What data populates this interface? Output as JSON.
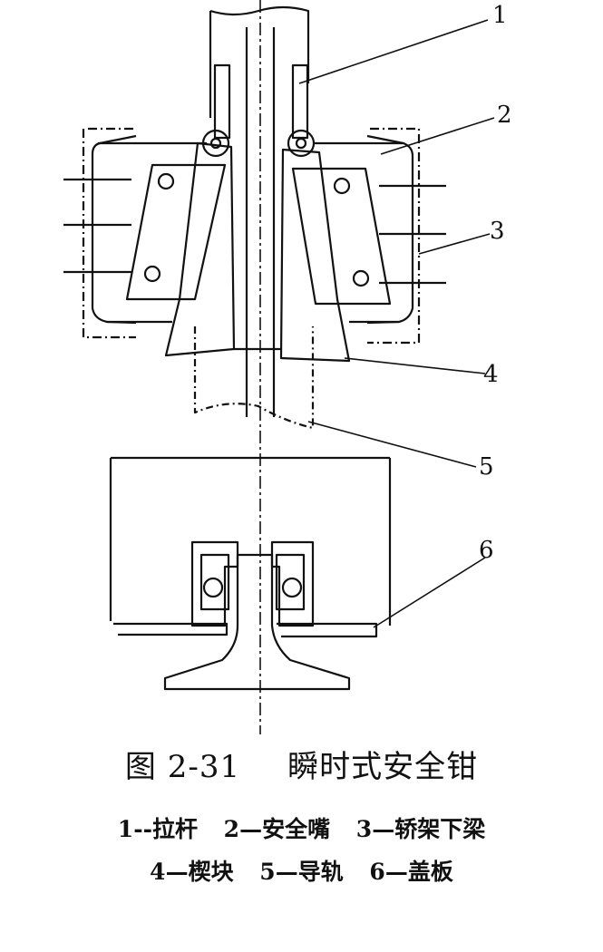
{
  "callouts": [
    "1",
    "2",
    "3",
    "4",
    "5",
    "6"
  ],
  "caption": {
    "number": "图 2-31",
    "title": "瞬时式安全钳"
  },
  "legend": {
    "line1": [
      "1--拉杆",
      "2—安全嘴",
      "3—轿架下梁"
    ],
    "line2": [
      "4—楔块",
      "5—导轨",
      "6—盖板"
    ]
  }
}
